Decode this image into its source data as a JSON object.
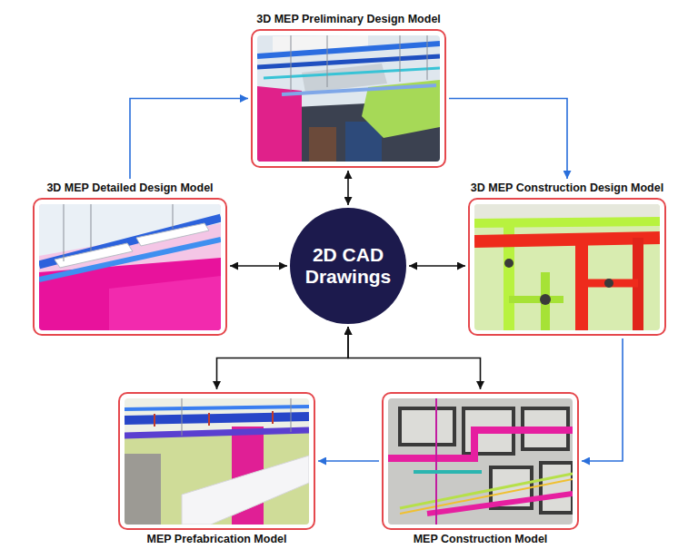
{
  "diagram": {
    "nodes": [
      {
        "text": [
          "3D MEP Preliminary Design Model"
        ]
      },
      {
        "text": [
          "3D MEP Detailed Design Model"
        ]
      },
      {
        "text": [
          "2D CAD Drawings"
        ]
      },
      {
        "text": [
          "3D MEP Construction Design Model"
        ]
      },
      {
        "text": [
          "MEP Prefabrication Model"
        ]
      },
      {
        "text": [
          "MEP Construction Model"
        ]
      }
    ],
    "edges": [
      {
        "from": 1,
        "to": 0,
        "arrow": "to"
      },
      {
        "from": 0,
        "to": 3,
        "arrow": "to"
      },
      {
        "from": 3,
        "to": 5,
        "arrow": "to"
      },
      {
        "from": 5,
        "to": 4,
        "arrow": "to"
      },
      {
        "from": 2,
        "to": 0,
        "arrow": "both"
      },
      {
        "from": 2,
        "to": 1,
        "arrow": "both"
      },
      {
        "from": 2,
        "to": 3,
        "arrow": "both"
      },
      {
        "from": 2,
        "to": 4,
        "arrow": "both"
      },
      {
        "from": 2,
        "to": 5,
        "arrow": "both"
      }
    ]
  }
}
